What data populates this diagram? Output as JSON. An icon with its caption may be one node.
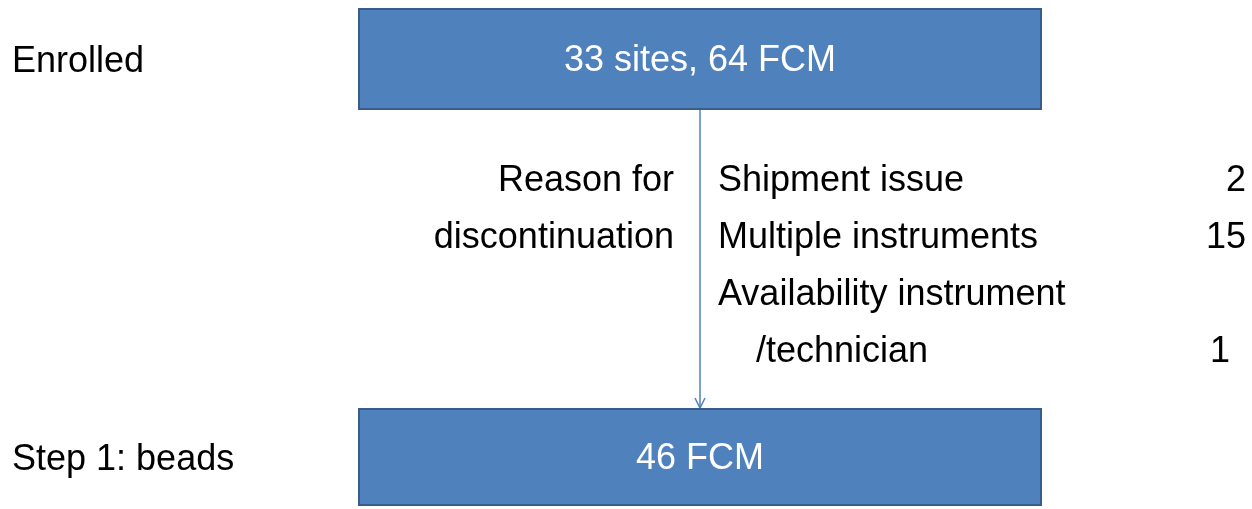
{
  "diagram": {
    "nodes": [
      {
        "text": [
          "33 sites, 64 FCM"
        ]
      },
      {
        "text": [
          "46 FCM"
        ]
      }
    ],
    "edges": [
      {
        "from": 0,
        "to": 1,
        "arrow": "to"
      }
    ],
    "labels": [
      "Enrolled",
      "Reason for discontinuation",
      "Shipment issue",
      "2",
      "Multiple instruments",
      "15",
      "Availability instrument /technician",
      "1",
      "Step 1: beads"
    ]
  }
}
